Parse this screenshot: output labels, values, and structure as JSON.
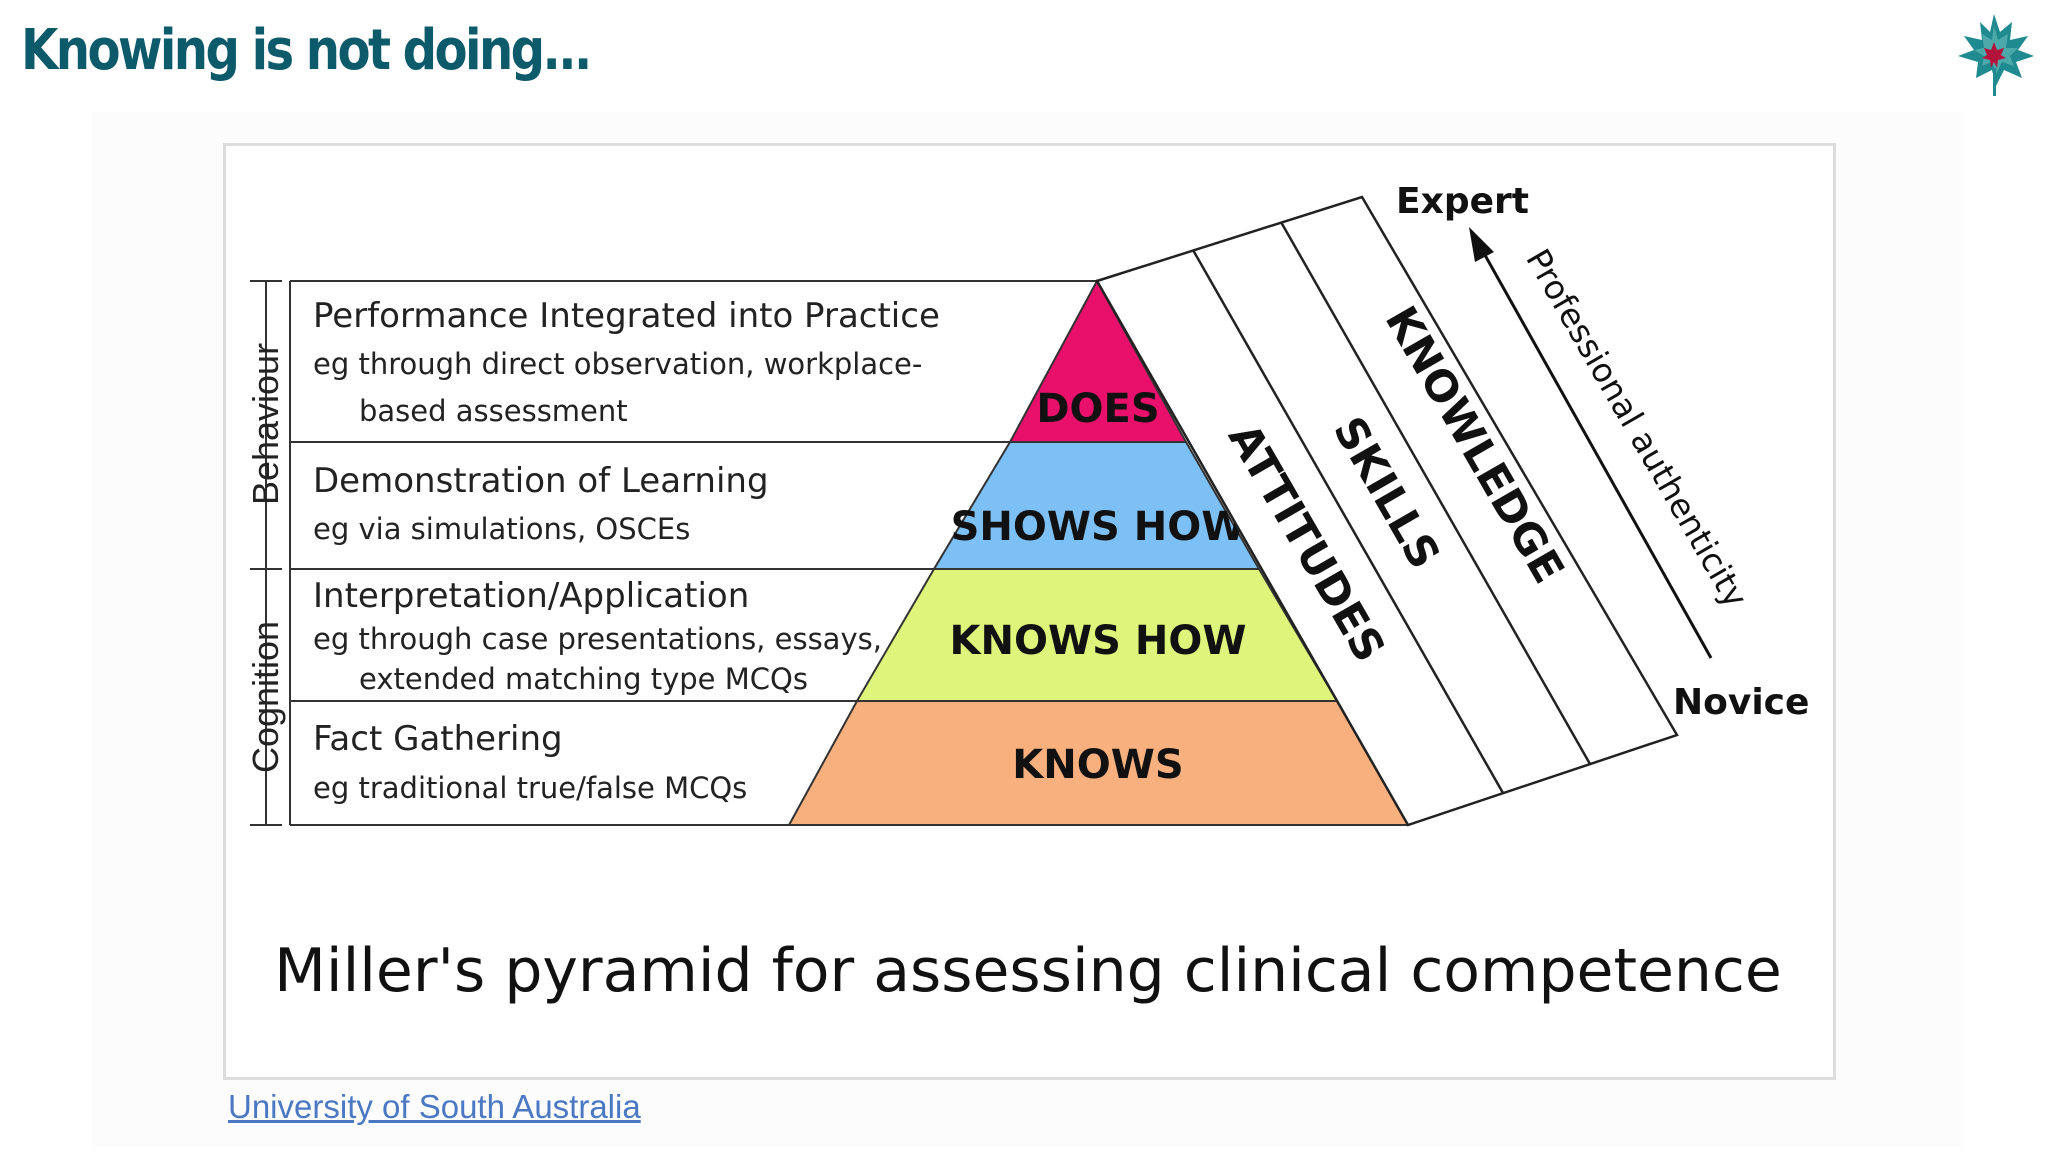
{
  "slide": {
    "title": "Knowing is not doing..."
  },
  "diagram": {
    "caption": "Miller's pyramid for assessing clinical competence",
    "levels": [
      {
        "label": "DOES",
        "color": "#e8106b",
        "heading": "Performance Integrated into Practice",
        "detail": [
          "eg through direct observation, workplace-",
          "based assessment"
        ]
      },
      {
        "label": "SHOWS HOW",
        "color": "#7cc0f5",
        "heading": "Demonstration of Learning",
        "detail": [
          "eg via simulations, OSCEs"
        ]
      },
      {
        "label": "KNOWS HOW",
        "color": "#def47a",
        "heading": "Interpretation/Application",
        "detail": [
          "eg through case presentations, essays,",
          "extended matching type MCQs"
        ]
      },
      {
        "label": "KNOWS",
        "color": "#f8b07e",
        "heading": "Fact Gathering",
        "detail": [
          "eg traditional true/false MCQs"
        ]
      }
    ],
    "side_brackets": {
      "upper": "Behaviour",
      "lower": "Cognition"
    },
    "panel_bands": [
      "ATTITUDES",
      "SKILLS",
      "KNOWLEDGE"
    ],
    "axis": {
      "top": "Expert",
      "bottom": "Novice",
      "label": "Professional authenticity"
    }
  },
  "source": {
    "link_text": "University of South Australia"
  },
  "colors": {
    "title": "#0d5a6b",
    "link": "#4a78c2"
  },
  "icons": {
    "logo": "maple-leaf-logo-icon"
  }
}
